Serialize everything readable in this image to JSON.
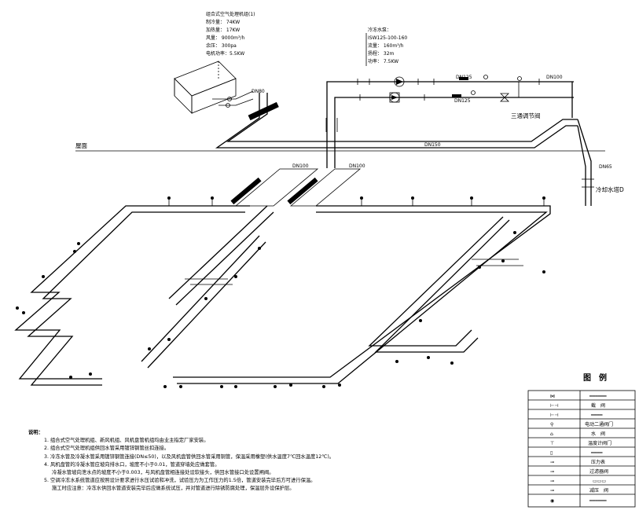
{
  "tank_info": [
    "组合式空气处理机组(1)",
    "制冷量：  74KW",
    "加热量：  17KW",
    "风量：    9000m³/h",
    "余压：    300pa",
    "电机功率：5.5KW"
  ],
  "pump_info": [
    "冷冻水泵：",
    "ISW125-100-160",
    "流量：  160m³/h",
    "扬程：  32m",
    "功率：  7.5KW"
  ],
  "labels": {
    "bypass_valve": "三通调节阀",
    "cooling_tower": "冷却水塔D",
    "roof": "屋面",
    "pipe_dn80": "DN80",
    "pipe_dn100": "DN100",
    "pipe_dn125": "DN125",
    "pipe_dn150": "DN150",
    "pipe_dn65": "DN65"
  },
  "notes": {
    "title": "说明：",
    "lines": [
      "1. 组合式空气处理机组、新风机组、风机盘管机组均由业主指定厂家安装。",
      "2. 组合式空气处理机组供回水管采用镀锌钢管丝扣连接。",
      "3. 冷冻水管及冷凝水管采用镀锌钢管连接(DN≤50)，以及风机盘管供回水管采用铜管，保温采用橡塑(供水温度7℃回水温度12℃)。",
      "4. 风机盘管的冷凝水管应坡向排水口，坡度不小于0.01，管道穿墙处应做套管。",
      "   冷凝水管坡向泄水点的坡度不小于0.003，与风机盘管相连接处设软接头，供回水管接口处设置闸阀。",
      "5. 空调冷冻水系统管道应按照设计要求进行水压试验和冲洗，试验压力为工作压力的1.5倍，管道安装完毕后方可进行保温。",
      "   施工时应注意：冷冻水供回水管道安装完毕后应做系统试压，并对管道进行除锈防腐处理，保温层外设保护层。"
    ]
  },
  "legend": {
    "title": "图例",
    "rows": [
      {
        "left": "⋈",
        "right": "━━━━━━"
      },
      {
        "left": "⊢⊣",
        "right": "截　阀"
      },
      {
        "left": "⊢⊣",
        "right": "━━━━"
      },
      {
        "left": "⚲",
        "right": "电动二通阀门"
      },
      {
        "left": "⌂",
        "right": "水　阀"
      },
      {
        "left": "⊤",
        "right": "温度计阀门"
      },
      {
        "left": "▯",
        "right": "━━━━"
      },
      {
        "left": "⊸",
        "right": "压力表"
      },
      {
        "left": "⊸",
        "right": "过滤器阀"
      },
      {
        "left": "⊸",
        "right": "▭▭▭"
      },
      {
        "left": "⊸",
        "right": "减压　阀"
      },
      {
        "left": "◉",
        "right": "━━━━━━"
      }
    ]
  }
}
